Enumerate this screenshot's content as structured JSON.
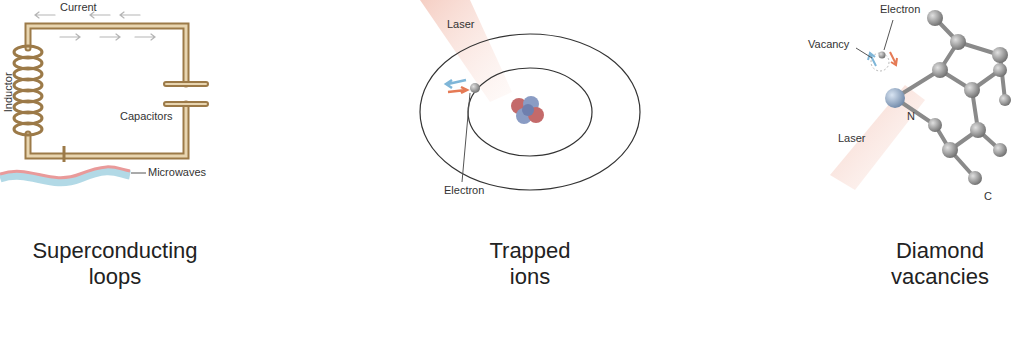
{
  "diagram": {
    "labels": [
      "Current",
      "Inductor",
      "Capacitors",
      "Microwaves",
      "Superconducting loops",
      "Laser",
      "Electron",
      "Trapped ions",
      "Electron",
      "Vacancy",
      "N",
      "Laser",
      "C",
      "Diamond vacancies"
    ]
  }
}
